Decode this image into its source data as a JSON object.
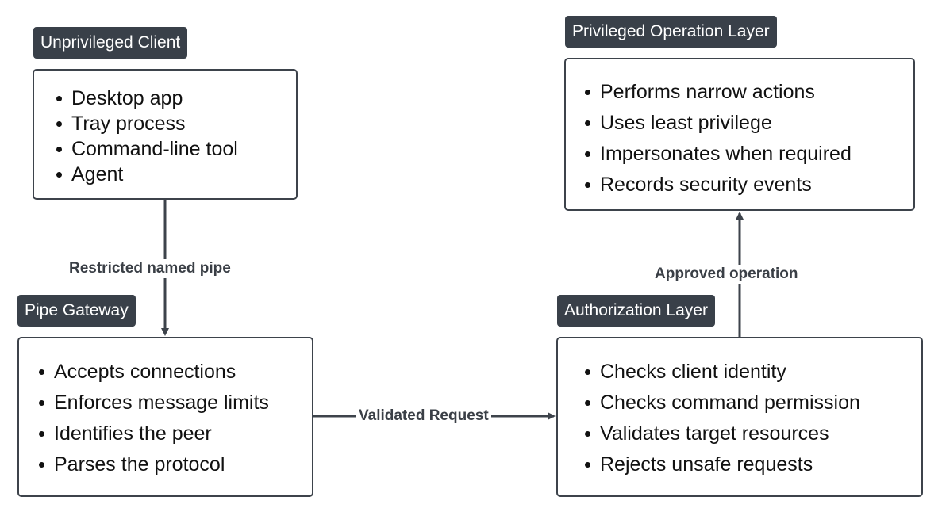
{
  "nodes": {
    "client": {
      "title": "Unprivileged Client",
      "items": [
        "Desktop app",
        "Tray process",
        "Command-line tool",
        "Agent"
      ]
    },
    "privileged": {
      "title": "Privileged Operation Layer",
      "items": [
        "Performs narrow actions",
        "Uses least privilege",
        "Impersonates when required",
        "Records security events"
      ]
    },
    "gateway": {
      "title": "Pipe Gateway",
      "items": [
        "Accepts connections",
        "Enforces message limits",
        "Identifies the peer",
        "Parses the protocol"
      ]
    },
    "authorization": {
      "title": "Authorization Layer",
      "items": [
        "Checks client identity",
        "Checks command permission",
        "Validates target resources",
        "Rejects unsafe requests"
      ]
    }
  },
  "edges": {
    "client_to_gateway": "Restricted named pipe",
    "gateway_to_authorization": "Validated Request",
    "authorization_to_privileged": "Approved operation"
  },
  "colors": {
    "tag_background": "#394049",
    "tag_text": "#ffffff",
    "border": "#3d434b",
    "connector": "#3d434b",
    "edge_label": "#3a3f46"
  }
}
